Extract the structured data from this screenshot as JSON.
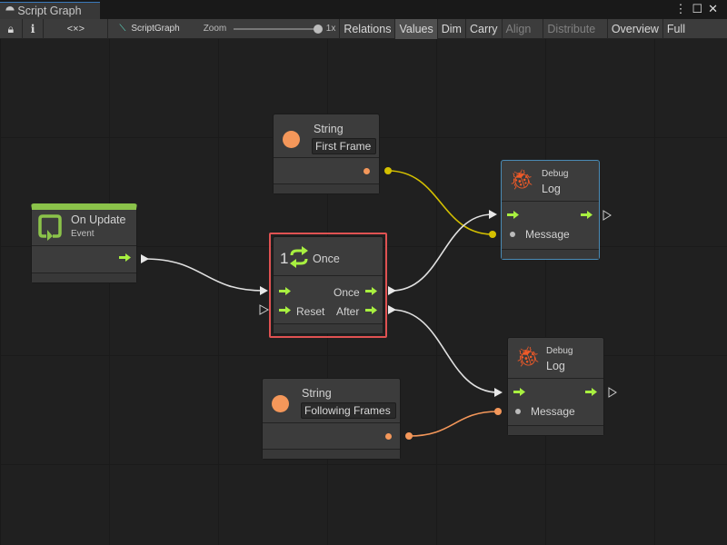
{
  "window": {
    "tab_title": "Script Graph",
    "menu_icon": "kebab-icon",
    "maximize_icon": "maximize-icon",
    "close_icon": "close-icon"
  },
  "toolbar": {
    "graph_name": "ScriptGraph",
    "zoom_label": "Zoom",
    "zoom_value": "1x",
    "zoom_level": 1.0,
    "lock_icon": "lock-icon",
    "info_icon": "info-icon",
    "embed_label": "<×>",
    "buttons": [
      {
        "label": "Relations",
        "active": false
      },
      {
        "label": "Values",
        "active": true
      },
      {
        "label": "Dim",
        "active": false
      },
      {
        "label": "Carry",
        "active": false
      },
      {
        "label": "Align ▾",
        "disabled": true
      },
      {
        "label": "Distribute ▾",
        "disabled": true
      },
      {
        "label": "Overview"
      },
      {
        "label": "Full Screen"
      }
    ]
  },
  "nodes": {
    "string1": {
      "title": "String",
      "value": "First Frame"
    },
    "on_update": {
      "title": "On Update",
      "subtitle": "Event",
      "accent": "#8bc34a"
    },
    "once": {
      "title": "Once",
      "icon_prefix": "1",
      "ports": {
        "once": "Once",
        "reset": "Reset",
        "after": "After"
      },
      "selected_color": "#e05252"
    },
    "log1": {
      "category": "Debug",
      "title": "Log",
      "port": "Message"
    },
    "log2": {
      "category": "Debug",
      "title": "Log",
      "port": "Message"
    },
    "string2": {
      "title": "String",
      "value": "Following Frames"
    }
  },
  "colors": {
    "flow": "#a8f040",
    "string": "#f4975a",
    "yellow_wire": "#d4c000",
    "white_wire": "#e0e0e0",
    "bug": "#f05a28"
  }
}
